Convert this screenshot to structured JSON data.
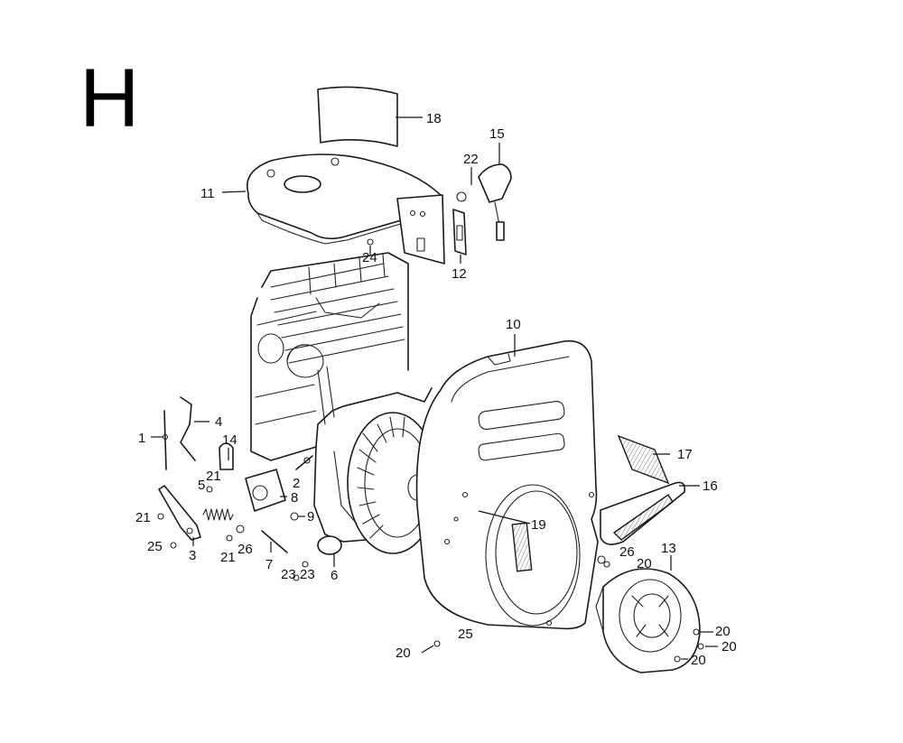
{
  "section_letter": "H",
  "callouts": [
    {
      "id": "c1",
      "text": "1"
    },
    {
      "id": "c2",
      "text": "2"
    },
    {
      "id": "c3",
      "text": "3"
    },
    {
      "id": "c4",
      "text": "4"
    },
    {
      "id": "c5",
      "text": "5"
    },
    {
      "id": "c6",
      "text": "6"
    },
    {
      "id": "c7",
      "text": "7"
    },
    {
      "id": "c8",
      "text": "8"
    },
    {
      "id": "c9",
      "text": "9"
    },
    {
      "id": "c10",
      "text": "10"
    },
    {
      "id": "c11",
      "text": "11"
    },
    {
      "id": "c12",
      "text": "12"
    },
    {
      "id": "c13",
      "text": "13"
    },
    {
      "id": "c14",
      "text": "14"
    },
    {
      "id": "c15",
      "text": "15"
    },
    {
      "id": "c16",
      "text": "16"
    },
    {
      "id": "c17",
      "text": "17"
    },
    {
      "id": "c18",
      "text": "18"
    },
    {
      "id": "c19",
      "text": "19"
    },
    {
      "id": "c20a",
      "text": "20"
    },
    {
      "id": "c20b",
      "text": "20"
    },
    {
      "id": "c20c",
      "text": "20"
    },
    {
      "id": "c20d",
      "text": "20"
    },
    {
      "id": "c20e",
      "text": "20"
    },
    {
      "id": "c21a",
      "text": "21"
    },
    {
      "id": "c21b",
      "text": "21"
    },
    {
      "id": "c21c",
      "text": "21"
    },
    {
      "id": "c22",
      "text": "22"
    },
    {
      "id": "c23a",
      "text": "23"
    },
    {
      "id": "c23b",
      "text": "23"
    },
    {
      "id": "c24",
      "text": "24"
    },
    {
      "id": "c25a",
      "text": "25"
    },
    {
      "id": "c25b",
      "text": "25"
    },
    {
      "id": "c26a",
      "text": "26"
    },
    {
      "id": "c26b",
      "text": "26"
    }
  ]
}
